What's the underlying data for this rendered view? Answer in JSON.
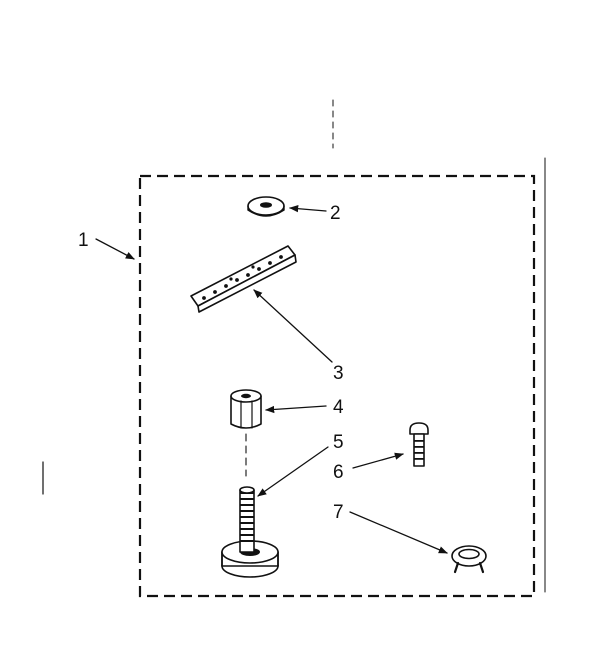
{
  "diagram": {
    "type": "exploded parts diagram",
    "callouts": {
      "kit": "1",
      "washer": "2",
      "bracket": "3",
      "coupling_nut": "4",
      "leveling_leg": "5",
      "screw": "6",
      "clip": "7"
    }
  }
}
